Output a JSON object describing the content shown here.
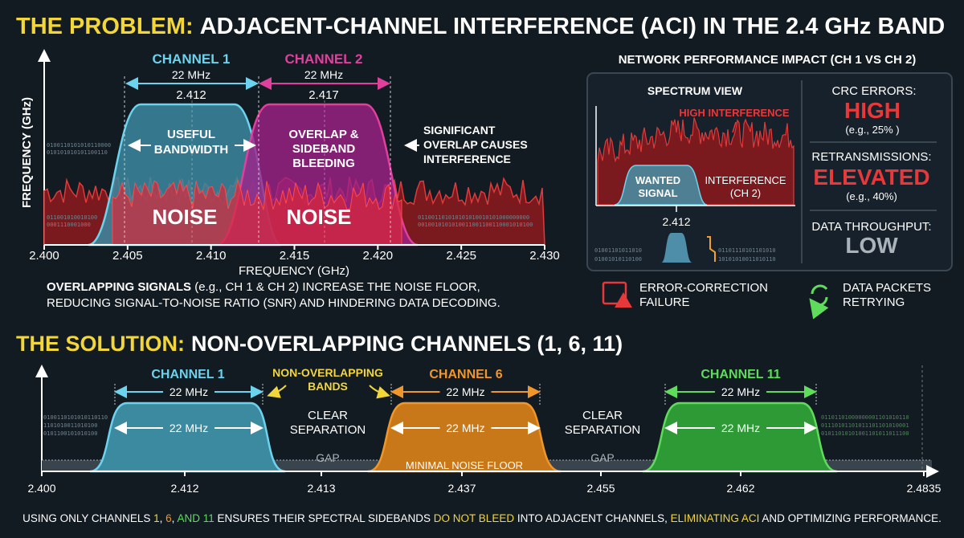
{
  "colors": {
    "bg": "#121a22",
    "yellow": "#f2d63a",
    "cyan": "#6cd3ee",
    "magenta": "#e0409c",
    "orange": "#f0962a",
    "green": "#5fdc5c",
    "red": "#e8383a",
    "gray": "#aab3ba"
  },
  "header": {
    "prefix": "THE PROBLEM:",
    "title": "ADJACENT-CHANNEL INTERFERENCE (ACI) IN THE 2.4 GHz BAND"
  },
  "problem": {
    "y_axis_label": "FREQUENCY (GHz)",
    "x_axis_label": "FREQUENCY (GHz)",
    "x_ticks": [
      "2.400",
      "2.405",
      "2.410",
      "2.415",
      "2.420",
      "2.425",
      "2.430"
    ],
    "channel1": {
      "label": "CHANNEL 1",
      "width": "22 MHz",
      "center": "2.412",
      "inner": "USEFUL BANDWIDTH"
    },
    "channel2": {
      "label": "CHANNEL 2",
      "width": "22 MHz",
      "center": "2.417",
      "inner_1": "OVERLAP &",
      "inner_2": "SIDEBAND",
      "inner_3": "BLEEDING"
    },
    "noise_label": "NOISE",
    "useful_1": "USEFUL",
    "useful_2": "BANDWIDTH",
    "annotation_1": "SIGNIFICANT",
    "annotation_2": "OVERLAP CAUSES",
    "annotation_3": "INTERFERENCE",
    "binary": [
      "0100110101010110000",
      "010101010101100110",
      "011001010010100",
      "0001110001000",
      "011001101010101010010101000000000",
      "0010010101010011001100110001010100"
    ],
    "caption_bold": "OVERLAPPING SIGNALS",
    "caption_1": " (e.g., CH 1 & CH 2) INCREASE THE NOISE FLOOR,",
    "caption_2": "REDUCING SIGNAL-TO-NOISE RATIO (SNR) AND HINDERING DATA DECODING."
  },
  "impact": {
    "title": "NETWORK PERFORMANCE IMPACT (CH 1 VS CH 2)",
    "spectrum_title": "SPECTRUM VIEW",
    "high_interference": "HIGH INTERFERENCE",
    "wanted_1": "WANTED",
    "wanted_2": "SIGNAL",
    "interf_1": "INTERFERENCE",
    "interf_2": "(CH 2)",
    "center": "2.412",
    "binary": [
      "01001101011010",
      "01001010110100",
      "01101110101101010",
      "10101010011010110"
    ],
    "metrics": [
      {
        "label": "CRC ERRORS:",
        "value": "HIGH",
        "note": "(e.g., 25% )",
        "color": "#e8383a"
      },
      {
        "label": "RETRANSMISSIONS:",
        "value": "ELEVATED",
        "note": "(e.g., 40%)",
        "color": "#e8383a"
      },
      {
        "label": "DATA THROUGHPUT:",
        "value": "LOW",
        "note": "",
        "color": "#aab3ba"
      }
    ],
    "footer": [
      {
        "icon": "error-window-icon",
        "line1": "ERROR-CORRECTION",
        "line2": "FAILURE"
      },
      {
        "icon": "retry-arrows-icon",
        "line1": "DATA PACKETS",
        "line2": "RETRYING"
      }
    ]
  },
  "solution": {
    "prefix": "THE SOLUTION:",
    "title": "NON-OVERLAPPING CHANNELS (1, 6, 11)",
    "x_ticks": [
      "2.400",
      "2.412",
      "2.413",
      "2.437",
      "2.455",
      "2.462",
      "2.4835"
    ],
    "channels": [
      {
        "label": "CHANNEL 1",
        "width": "22 MHz",
        "inner": "22 MHz",
        "color": "#6cd3ee"
      },
      {
        "label": "CHANNEL 6",
        "width": "22 MHz",
        "inner": "22 MHz",
        "color": "#f0962a"
      },
      {
        "label": "CHANNEL 11",
        "width": "22 MHz",
        "inner": "22 MHz",
        "color": "#5fdc5c"
      }
    ],
    "non_overlap_1": "NON-OVERLAPPING",
    "non_overlap_2": "BANDS",
    "clear_1": "CLEAR",
    "clear_2": "SEPARATION",
    "gap": "GAP",
    "noise_floor": "MINIMAL NOISE FLOOR",
    "binary": [
      "0100110101010110110",
      "1101010011010100",
      "0101100101010100",
      "01101101000000001101010110",
      "01110101101011101101010001",
      "01011010101001101011011100"
    ],
    "footer": {
      "p1": "USING ONLY CHANNELS ",
      "c1": "1",
      "s1": ", ",
      "c6": "6",
      "s2": ", ",
      "c11": "AND 11",
      "p2": " ENSURES THEIR SPECTRAL SIDEBANDS ",
      "h1": "DO NOT BLEED",
      "p3": " INTO ADJACENT CHANNELS, ",
      "h2": "ELIMINATING ACI",
      "p4": " AND OPTIMIZING PERFORMANCE."
    }
  }
}
